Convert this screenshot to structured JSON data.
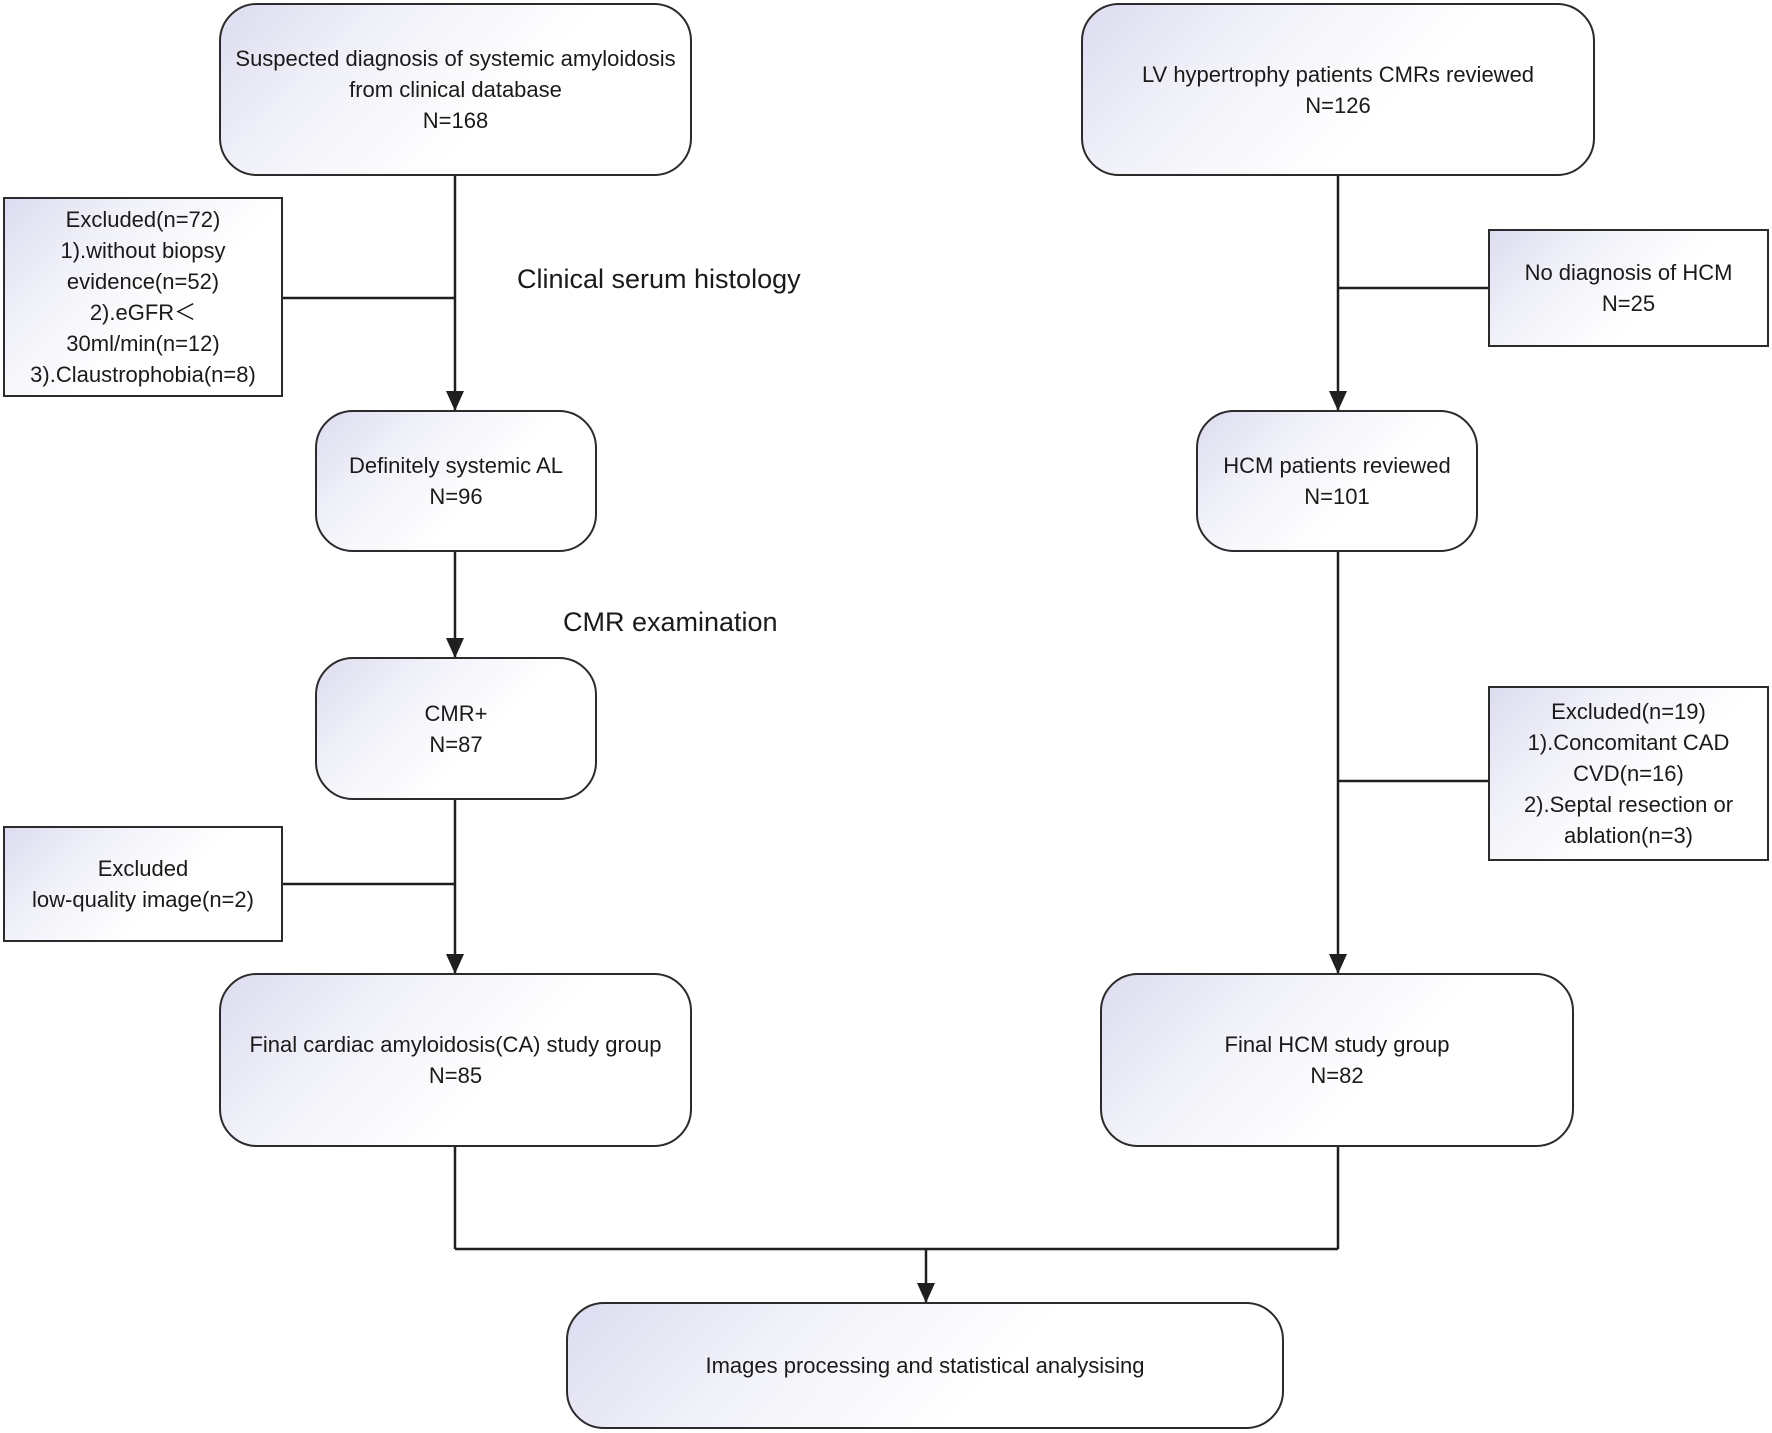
{
  "flowchart": {
    "left_branch": {
      "start": {
        "line1": "Suspected diagnosis of systemic amyloidosis",
        "line2": "from clinical database",
        "count": "N=168"
      },
      "exclusion_1": {
        "title": "Excluded(n=72)",
        "lines": [
          "1).without biopsy",
          "evidence(n=52)",
          "2).eGFR＜",
          "30ml/min(n=12)",
          "3).Claustrophobia(n=8)"
        ]
      },
      "step_label_1": "Clinical serum histology",
      "systemic_al": {
        "label": "Definitely systemic AL",
        "count": "N=96"
      },
      "step_label_2": "CMR examination",
      "cmr_positive": {
        "label": "CMR+",
        "count": "N=87"
      },
      "exclusion_2": {
        "title": "Excluded",
        "line": "low-quality image(n=2)"
      },
      "final": {
        "label": "Final cardiac amyloidosis(CA) study group",
        "count": "N=85"
      }
    },
    "right_branch": {
      "start": {
        "label": "LV hypertrophy patients CMRs reviewed",
        "count": "N=126"
      },
      "exclusion_1": {
        "title": "No diagnosis of HCM",
        "count": "N=25"
      },
      "hcm_reviewed": {
        "label": "HCM patients reviewed",
        "count": "N=101"
      },
      "exclusion_2": {
        "title": "Excluded(n=19)",
        "lines": [
          "1).Concomitant CAD",
          "CVD(n=16)",
          "2).Septal resection or",
          "ablation(n=3)"
        ]
      },
      "final": {
        "label": "Final HCM study group",
        "count": "N=82"
      }
    },
    "end": {
      "label": "Images processing and statistical analysising"
    },
    "colors": {
      "line": "#1f1f1f",
      "box_border": "#2b2b2b",
      "gradient_tint": "#dcdcf0"
    }
  }
}
